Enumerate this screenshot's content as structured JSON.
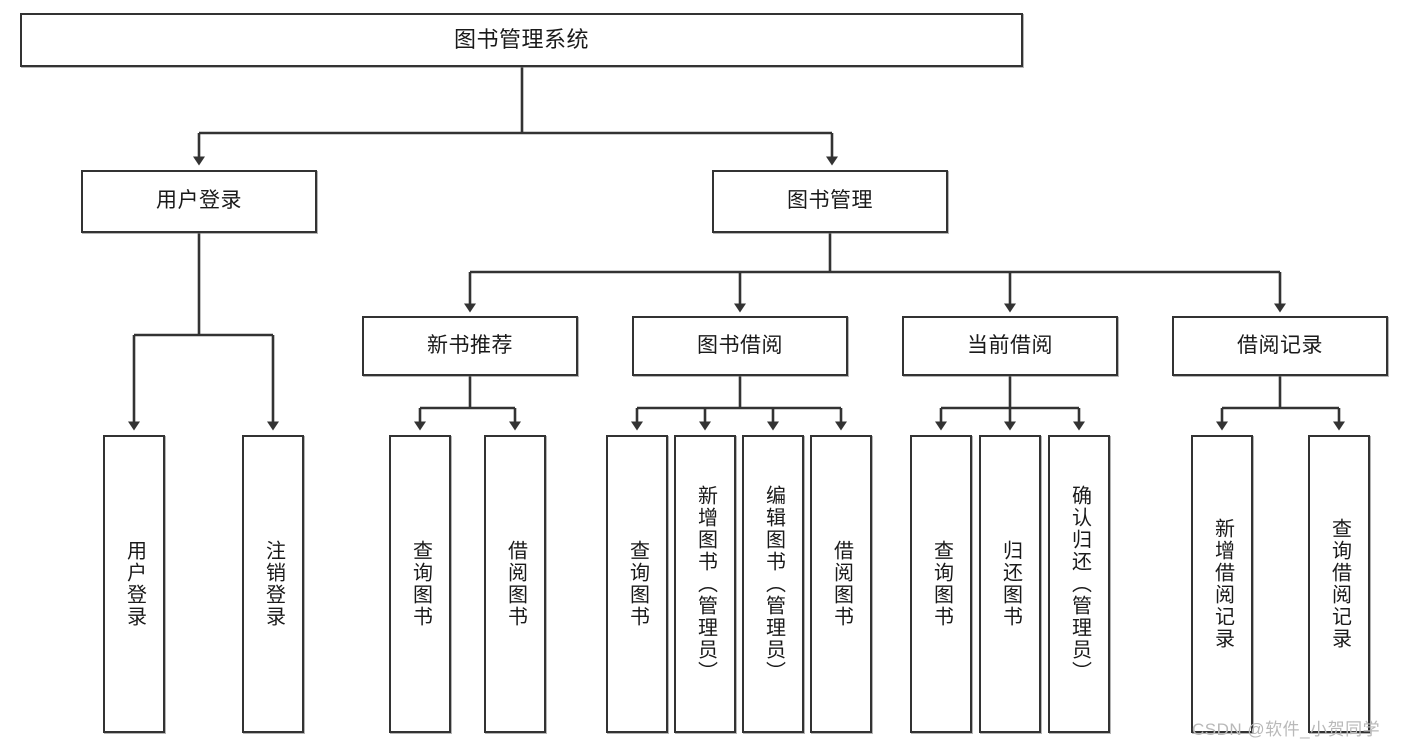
{
  "diagram": {
    "type": "tree-hierarchy",
    "title": "图书管理系统",
    "watermark": "CSDN @软件_小贺同学",
    "colors": {
      "background": "#ffffff",
      "stroke": "#333333",
      "text": "#1a1a1a",
      "watermark": "#b9b9b9"
    },
    "nodes": {
      "root": {
        "label": "图书管理系统"
      },
      "level2": [
        {
          "id": "user-login",
          "label": "用户登录"
        },
        {
          "id": "book-manage",
          "label": "图书管理"
        }
      ],
      "level3": [
        {
          "id": "new-book-recommend",
          "label": "新书推荐"
        },
        {
          "id": "book-borrow",
          "label": "图书借阅"
        },
        {
          "id": "current-borrow",
          "label": "当前借阅"
        },
        {
          "id": "borrow-record",
          "label": "借阅记录"
        }
      ],
      "leaves": [
        {
          "id": "leaf-user-login",
          "label": "用户登录",
          "parent": "user-login"
        },
        {
          "id": "leaf-user-logout",
          "label": "注销登录",
          "parent": "user-login"
        },
        {
          "id": "leaf-query-book-1",
          "label": "查询图书",
          "parent": "new-book-recommend"
        },
        {
          "id": "leaf-borrow-book-1",
          "label": "借阅图书",
          "parent": "new-book-recommend"
        },
        {
          "id": "leaf-query-book-2",
          "label": "查询图书",
          "parent": "book-borrow"
        },
        {
          "id": "leaf-add-book",
          "label": "新增图书（管理员）",
          "parent": "book-borrow"
        },
        {
          "id": "leaf-edit-book",
          "label": "编辑图书（管理员）",
          "parent": "book-borrow"
        },
        {
          "id": "leaf-borrow-book-2",
          "label": "借阅图书",
          "parent": "book-borrow"
        },
        {
          "id": "leaf-query-book-3",
          "label": "查询图书",
          "parent": "current-borrow"
        },
        {
          "id": "leaf-return-book",
          "label": "归还图书",
          "parent": "current-borrow"
        },
        {
          "id": "leaf-confirm-return",
          "label": "确认归还（管理员）",
          "parent": "current-borrow"
        },
        {
          "id": "leaf-add-record",
          "label": "新增借阅记录",
          "parent": "borrow-record"
        },
        {
          "id": "leaf-query-record",
          "label": "查询借阅记录",
          "parent": "borrow-record"
        }
      ]
    }
  }
}
